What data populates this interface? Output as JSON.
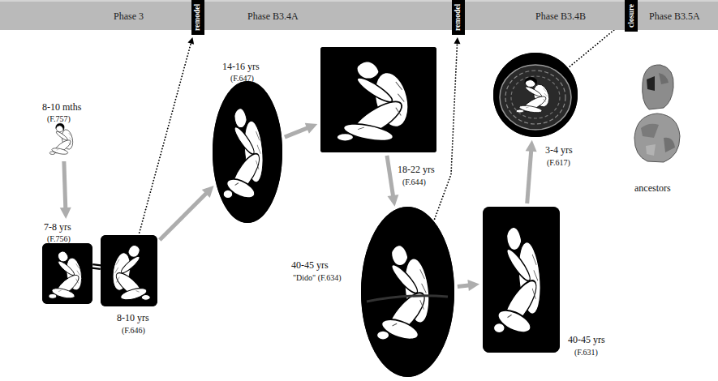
{
  "diagram": {
    "nodes": [
      {
        "text": [
          "Phase 3",
          "Phase B3.4A",
          "Phase B3.4B",
          "Phase B3.5A"
        ]
      },
      {
        "text": [
          "remodel"
        ],
        "in": 0
      },
      {
        "text": [
          "remodel"
        ],
        "in": 0
      },
      {
        "text": [
          "closure"
        ],
        "in": 0
      },
      {
        "text": [
          "8-10 mths",
          "(F.757)"
        ]
      },
      {
        "text": [
          "7-8 yrs",
          "(F.756)"
        ]
      },
      {
        "text": [
          "8-10 yrs",
          "(F.646)"
        ]
      },
      {
        "text": [
          "14-16 yrs",
          "(F.647)"
        ]
      },
      {
        "text": [
          "18-22 yrs",
          "(F.644)"
        ]
      },
      {
        "text": [
          "40-45 yrs",
          "\"Dido\" (F.634)"
        ]
      },
      {
        "text": [
          "40-45 yrs",
          "(F.631)"
        ]
      },
      {
        "text": [
          "3-4 yrs",
          "(F.617)"
        ]
      }
    ],
    "edges": [
      {
        "from": 4,
        "to": 5,
        "arrow": "to"
      },
      {
        "from": 5,
        "to": 6,
        "arrow": "none"
      },
      {
        "from": 6,
        "to": 7,
        "arrow": "to"
      },
      {
        "from": 7,
        "to": 8,
        "arrow": "to"
      },
      {
        "from": 8,
        "to": 9,
        "arrow": "to"
      },
      {
        "from": 9,
        "to": 10,
        "arrow": "to"
      },
      {
        "from": 10,
        "to": 11,
        "arrow": "to"
      },
      {
        "from": 6,
        "to": 1,
        "arrow": "to"
      },
      {
        "from": 9,
        "to": 2,
        "arrow": "to"
      },
      {
        "from": 11,
        "to": 3,
        "arrow": "to"
      }
    ],
    "labels": [
      "ancestors"
    ]
  }
}
